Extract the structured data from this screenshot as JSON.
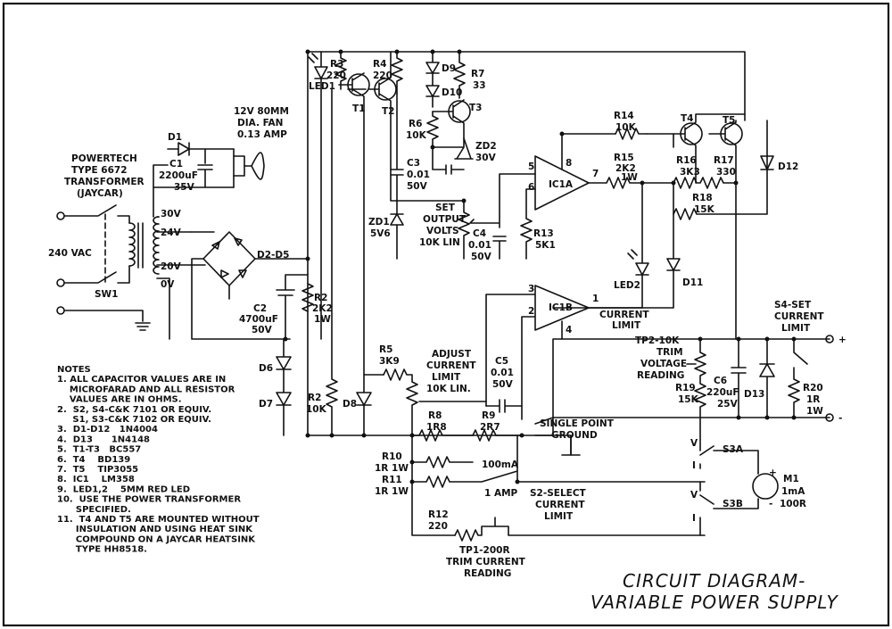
{
  "labels": {
    "fan": [
      "12V 80MM",
      "DIA. FAN",
      "0.13 AMP"
    ],
    "transformer": [
      "POWERTECH",
      "TYPE 6672",
      "TRANSFORMER",
      "(JAYCAR)"
    ],
    "mains": "240 VAC",
    "sw1": "SW1",
    "taps": [
      "30V",
      "24V",
      "20V",
      "0V"
    ],
    "d1": "D1",
    "c1": [
      "C1",
      "2200uF",
      "35V"
    ],
    "bridge": "D2-D5",
    "c2": [
      "C2",
      "4700uF",
      "50V"
    ],
    "r2a": [
      "R2",
      "2K2",
      "1W"
    ],
    "r2b": [
      "R2",
      "10K"
    ],
    "d6": "D6",
    "d7": "D7",
    "d8": "D8",
    "led1": "LED1",
    "r3": [
      "R3",
      "220"
    ],
    "r4": [
      "R4",
      "220"
    ],
    "t1": "T1",
    "t2": "T2",
    "d9": "D9",
    "d10": "D10",
    "r7": [
      "R7",
      "33"
    ],
    "r6": [
      "R6",
      "10K"
    ],
    "t3": "T3",
    "zd2": [
      "ZD2",
      "30V"
    ],
    "c3": [
      "C3",
      "0.01",
      "50V"
    ],
    "zd1": [
      "ZD1",
      "5V6"
    ],
    "set_out": [
      "SET",
      "OUTPUT",
      "VOLTS",
      "10K LIN"
    ],
    "c4": [
      "C4",
      "0.01",
      "50V"
    ],
    "r13": [
      "R13",
      "5K1"
    ],
    "ic1a": "IC1A",
    "ic1b": "IC1B",
    "pins_a": [
      "5",
      "6",
      "8",
      "7"
    ],
    "pins_b": [
      "3",
      "2",
      "4",
      "1"
    ],
    "r14": [
      "R14",
      "10K"
    ],
    "r15": [
      "R15",
      "2K2",
      "1W"
    ],
    "t4": "T4",
    "t5": "T5",
    "r16": [
      "R16",
      "3K3"
    ],
    "r17": [
      "R17",
      "330"
    ],
    "r18": [
      "R18",
      "15K"
    ],
    "d12": "D12",
    "led2": "LED2",
    "d11": "D11",
    "current_limit": [
      "CURRENT",
      "LIMIT"
    ],
    "r5": [
      "R5",
      "3K9"
    ],
    "adjust": [
      "ADJUST",
      "CURRENT",
      "LIMIT",
      "10K LIN."
    ],
    "c5": [
      "C5",
      "0.01",
      "50V"
    ],
    "r8": [
      "R8",
      "1R8"
    ],
    "r9": [
      "R9",
      "2R7"
    ],
    "ground": [
      "SINGLE POINT",
      "GROUND"
    ],
    "r10": [
      "R10",
      "1R 1W"
    ],
    "r11": [
      "R11",
      "1R 1W"
    ],
    "ma100": "100mA",
    "amp1": "1 AMP",
    "s2": [
      "S2-SELECT",
      "CURRENT",
      "LIMIT"
    ],
    "r12": [
      "R12",
      "220"
    ],
    "tp1": [
      "TP1-200R",
      "TRIM CURRENT",
      "READING"
    ],
    "tp2": [
      "TP2-10K",
      "TRIM",
      "VOLTAGE",
      "READING"
    ],
    "r19": [
      "R19",
      "15K"
    ],
    "c6": [
      "C6",
      "220uF",
      "25V"
    ],
    "d13": "D13",
    "s4": [
      "S4-SET",
      "CURRENT",
      "LIMIT"
    ],
    "r20": [
      "R20",
      "1R",
      "1W"
    ],
    "plus": "+",
    "minus": "-",
    "s3a": "S3A",
    "s3b": "S3B",
    "vi": [
      "V",
      "I",
      "V",
      "I"
    ],
    "m1": [
      "M1",
      "1mA",
      "100R"
    ],
    "meter_plus": "+",
    "meter_minus": "-"
  },
  "notes": [
    "NOTES",
    "1. ALL CAPACITOR VALUES ARE IN",
    "    MICROFARAD AND ALL RESISTOR",
    "    VALUES ARE IN OHMS.",
    "2.  S2, S4-C&K 7101 OR EQUIV.",
    "     S1, S3-C&K 7102 OR EQUIV.",
    "3.  D1-D12   1N4004",
    "4.  D13      1N4148",
    "5.  T1-T3   BC557",
    "6.  T4    BD139",
    "7.  T5    TIP3055",
    "8.  IC1    LM358",
    "9.  LED1,2    5MM RED LED",
    "10.  USE THE POWER TRANSFORMER",
    "      SPECIFIED.",
    "11.  T4 AND T5 ARE MOUNTED WITHOUT",
    "      INSULATION AND USING HEAT SINK",
    "      COMPOUND ON A JAYCAR HEATSINK",
    "      TYPE HH8518."
  ],
  "title": [
    "CIRCUIT DIAGRAM-",
    "VARIABLE POWER SUPPLY"
  ]
}
